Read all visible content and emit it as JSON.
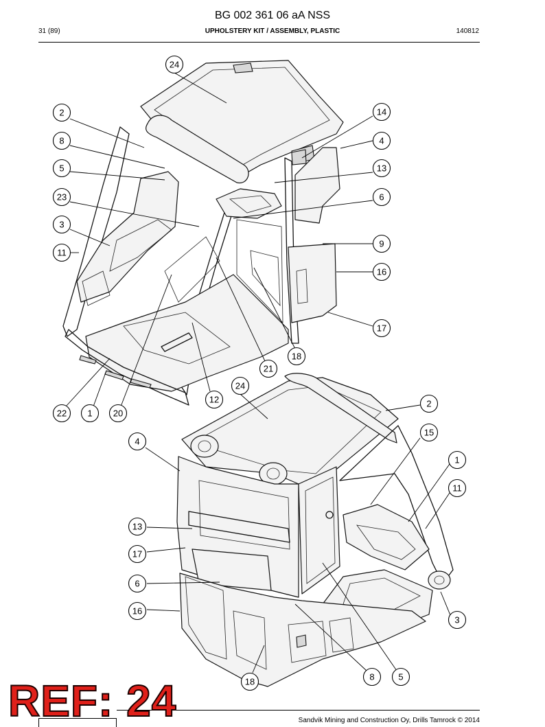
{
  "header": {
    "doc_title": "BG 002 361 06 aA NSS",
    "page_count": "31 (89)",
    "section_title": "UPHOLSTERY KIT / ASSEMBLY, PLASTIC",
    "doc_date": "140812"
  },
  "callouts": {
    "top": {
      "c24": "24",
      "c2": "2",
      "c8": "8",
      "c5": "5",
      "c23": "23",
      "c3": "3",
      "c11": "11",
      "c14": "14",
      "c4": "4",
      "c13": "13",
      "c6": "6",
      "c9": "9",
      "c16": "16",
      "c17": "17",
      "c18": "18",
      "c21": "21",
      "c12": "12",
      "c22": "22",
      "c1": "1",
      "c20": "20"
    },
    "bottom": {
      "c24": "24",
      "c2": "2",
      "c15": "15",
      "c4": "4",
      "c1": "1",
      "c11": "11",
      "c13": "13",
      "c17": "17",
      "c6": "6",
      "c16": "16",
      "c3": "3",
      "c18": "18",
      "c8": "8",
      "c5": "5"
    }
  },
  "footer": {
    "copyright": "Sandvik Mining and Construction Oy, Drills Tamrock © 2014",
    "ref_stamp": "REF: 24"
  }
}
